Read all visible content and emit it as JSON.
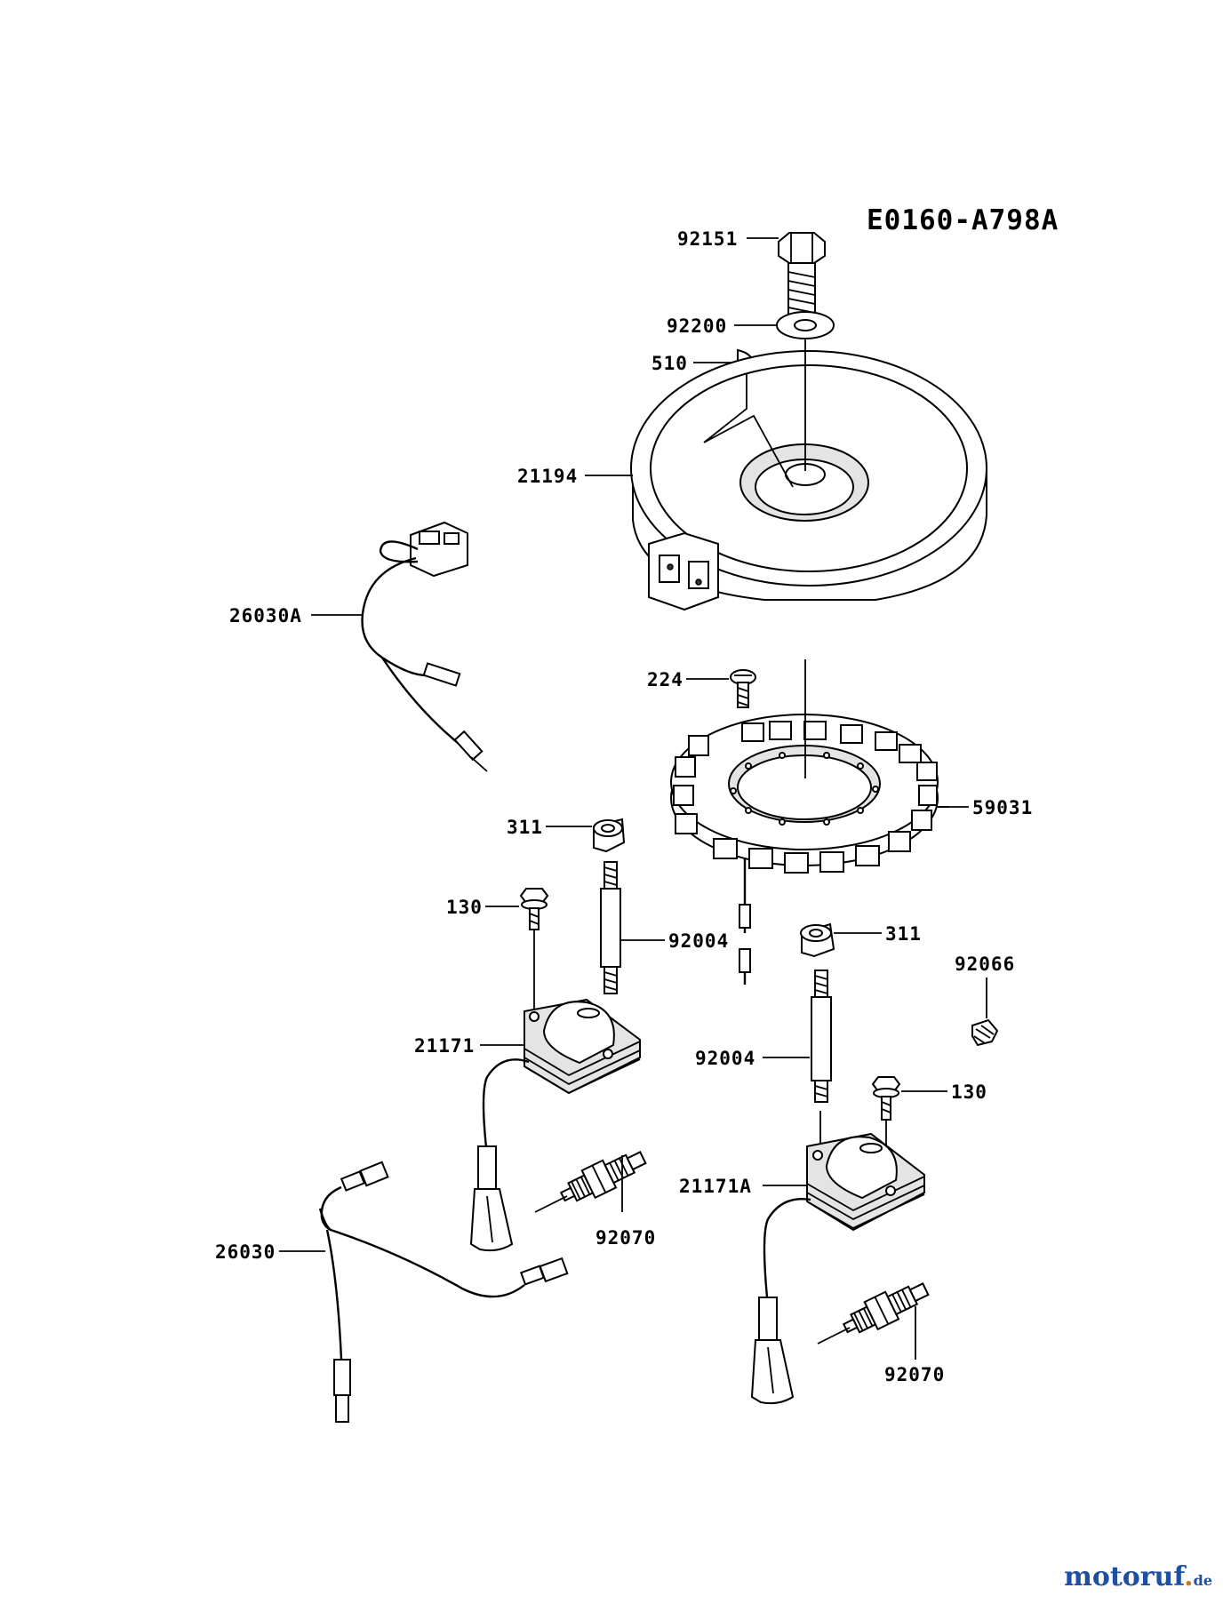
{
  "diagram_code": "E0160-A798A",
  "labels": {
    "p92151": "92151",
    "p92200": "92200",
    "p510": "510",
    "p21194": "21194",
    "p26030A": "26030A",
    "p224": "224",
    "p59031": "59031",
    "p311_left": "311",
    "p130_left": "130",
    "p92004_left": "92004",
    "p311_right": "311",
    "p92066": "92066",
    "p21171": "21171",
    "p92004_right": "92004",
    "p130_right": "130",
    "p21171A": "21171A",
    "p26030": "26030",
    "p92070_left": "92070",
    "p92070_right": "92070"
  },
  "watermark": {
    "brand_main": "motoruf",
    "brand_dot": ".",
    "brand_tld": "de"
  }
}
